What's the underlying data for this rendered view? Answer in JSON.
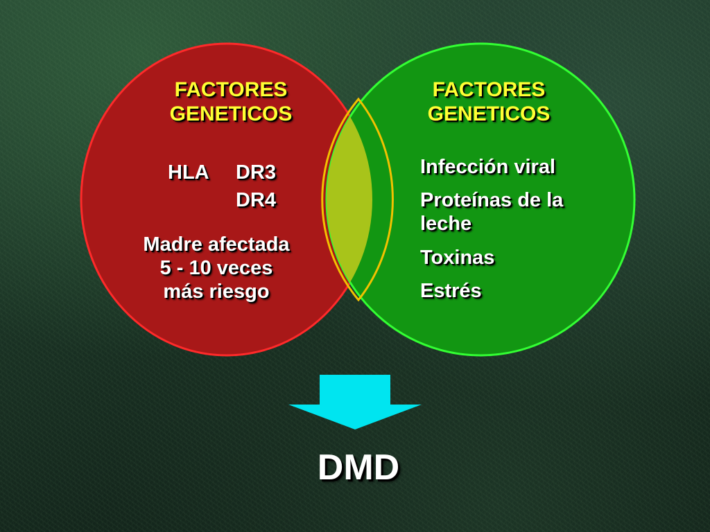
{
  "colors": {
    "left_circle_fill": "#a81818",
    "left_circle_stroke": "#ff2a2a",
    "right_circle_fill": "#129612",
    "right_circle_stroke": "#33ff33",
    "overlap_fill": "#a8c41a",
    "overlap_stroke": "#f2c200",
    "arrow": "#00e5f0",
    "heading_text": "#ffff33",
    "body_text": "#ffffff"
  },
  "left_circle": {
    "title_line1": "FACTORES",
    "title_line2": "GENETICOS",
    "hla": "HLA",
    "dr3": "DR3",
    "dr4": "DR4",
    "madre_line1": "Madre afectada",
    "madre_line2": "5 - 10 veces",
    "madre_line3": "más riesgo"
  },
  "right_circle": {
    "title_line1": "FACTORES",
    "title_line2": "GENETICOS",
    "item1": "Infección viral",
    "item2_line1": "Proteínas de la",
    "item2_line2": "leche",
    "item3": "Toxinas",
    "item4": "Estrés"
  },
  "result": {
    "label": "DMD",
    "arrow_icon": "down-arrow-icon"
  }
}
